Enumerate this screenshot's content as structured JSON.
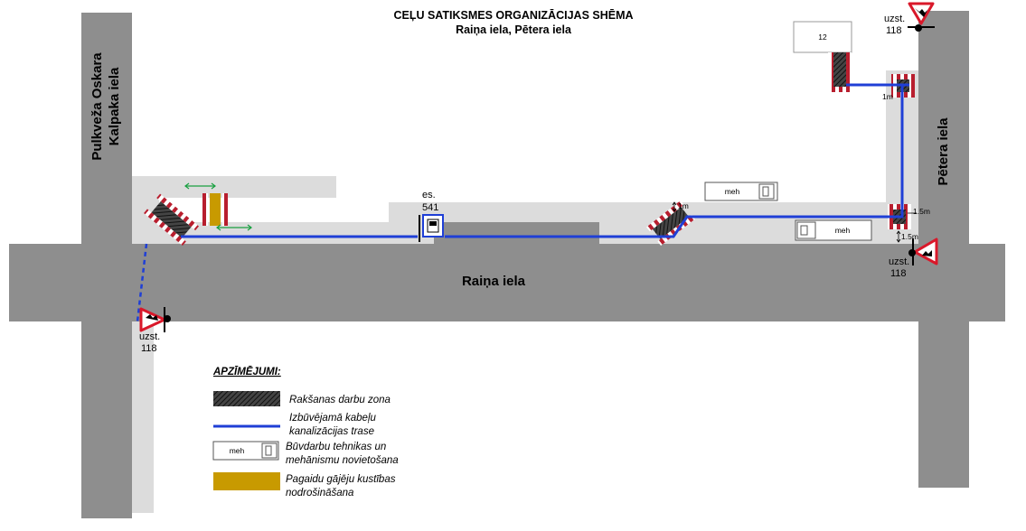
{
  "title": {
    "line1": "CEĻU SATIKSMES ORGANIZĀCIJAS SHĒMA",
    "line2": "Raiņa iela, Pētera iela"
  },
  "streets": {
    "raina": "Raiņa iela",
    "petera": "Pētera iela",
    "kalpaka_line1": "Pulkveža Oskara",
    "kalpaka_line2": "Kalpaka iela"
  },
  "building_number": "12",
  "stop": {
    "label_line1": "es.",
    "label_line2": "541"
  },
  "signs": {
    "label_line1": "uzst.",
    "label_line2": "118"
  },
  "dimensions": {
    "one_m": "1m",
    "one_half_m": "1.5m"
  },
  "vehicle_label": "meh",
  "legend": {
    "heading": "APZĪMĒJUMI:",
    "excavation_label": "Rakšanas darbu zona",
    "cable_label_line1": "Izbūvējamā kabeļu",
    "cable_label_line2": "kanalizācijas trase",
    "machinery_label_line1": "Būvdarbu tehnikas un",
    "machinery_label_line2": "mehānismu novietošana",
    "sidewalk_label_line1": "Pagaidu gājēju kustības",
    "sidewalk_label_line2": "nodrošināšana"
  },
  "colors": {
    "road": "#8e8e8e",
    "sidewalk": "#dcdcdc",
    "cable": "#1f3fd6",
    "pedestrian": "#c89a00",
    "sign_red": "#d9182a",
    "arrow_green": "#18a040",
    "barrier_red": "#b81e2e"
  },
  "icons": [
    "road-works-sign-icon",
    "bus-stop-icon",
    "truck-icon",
    "green-arrow-icon",
    "dimension-arrow-icon"
  ]
}
